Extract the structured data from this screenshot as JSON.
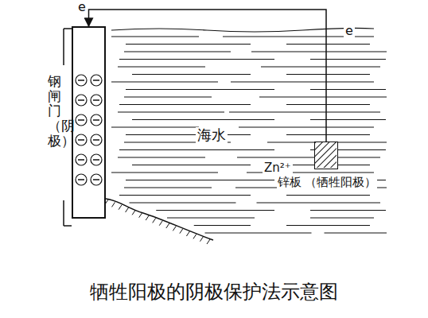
{
  "diagram": {
    "caption": "牺牲阳极的阴极保护法示意图",
    "nodes": [
      {
        "text": [
          "钢闸门（阴极）"
        ]
      },
      {
        "text": [
          "锌板 （牺牲阳极）"
        ]
      }
    ],
    "edges": [
      {
        "from": 1,
        "to": 0,
        "arrow": "to"
      }
    ],
    "labels": [
      "e",
      "e",
      "海水",
      "Zn²⁺"
    ]
  }
}
